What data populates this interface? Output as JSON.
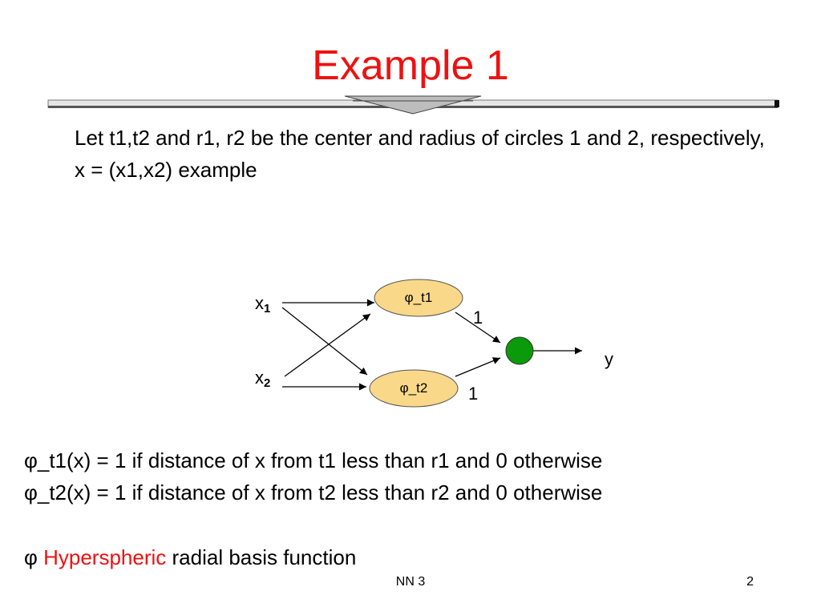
{
  "slide": {
    "title": "Example 1",
    "intro": "Let t1,t2 and r1, r2 be the center and radius of circles 1 and 2, respectively, x = (x1,x2) example"
  },
  "diagram": {
    "inputs": [
      {
        "base": "x",
        "sub": "1"
      },
      {
        "base": "x",
        "sub": "2"
      }
    ],
    "hidden_nodes": [
      {
        "label": "φ_t1",
        "weight": "1"
      },
      {
        "label": "φ_t2",
        "weight": "1"
      }
    ],
    "output_label": "y",
    "colors": {
      "hidden_fill": "#f9d88a",
      "output_fill": "#0a9a0a",
      "title": "#ee1111"
    }
  },
  "equations": [
    "φ_t1(x) = 1 if distance of x from t1 less than r1 and 0 otherwise",
    "φ_t2(x) = 1 if distance of x from t2 less than r2 and 0 otherwise"
  ],
  "rbf": {
    "symbol": "φ",
    "highlight": "Hyperspheric",
    "rest": "radial basis function"
  },
  "footer": {
    "center": "NN 3",
    "page": "2"
  }
}
